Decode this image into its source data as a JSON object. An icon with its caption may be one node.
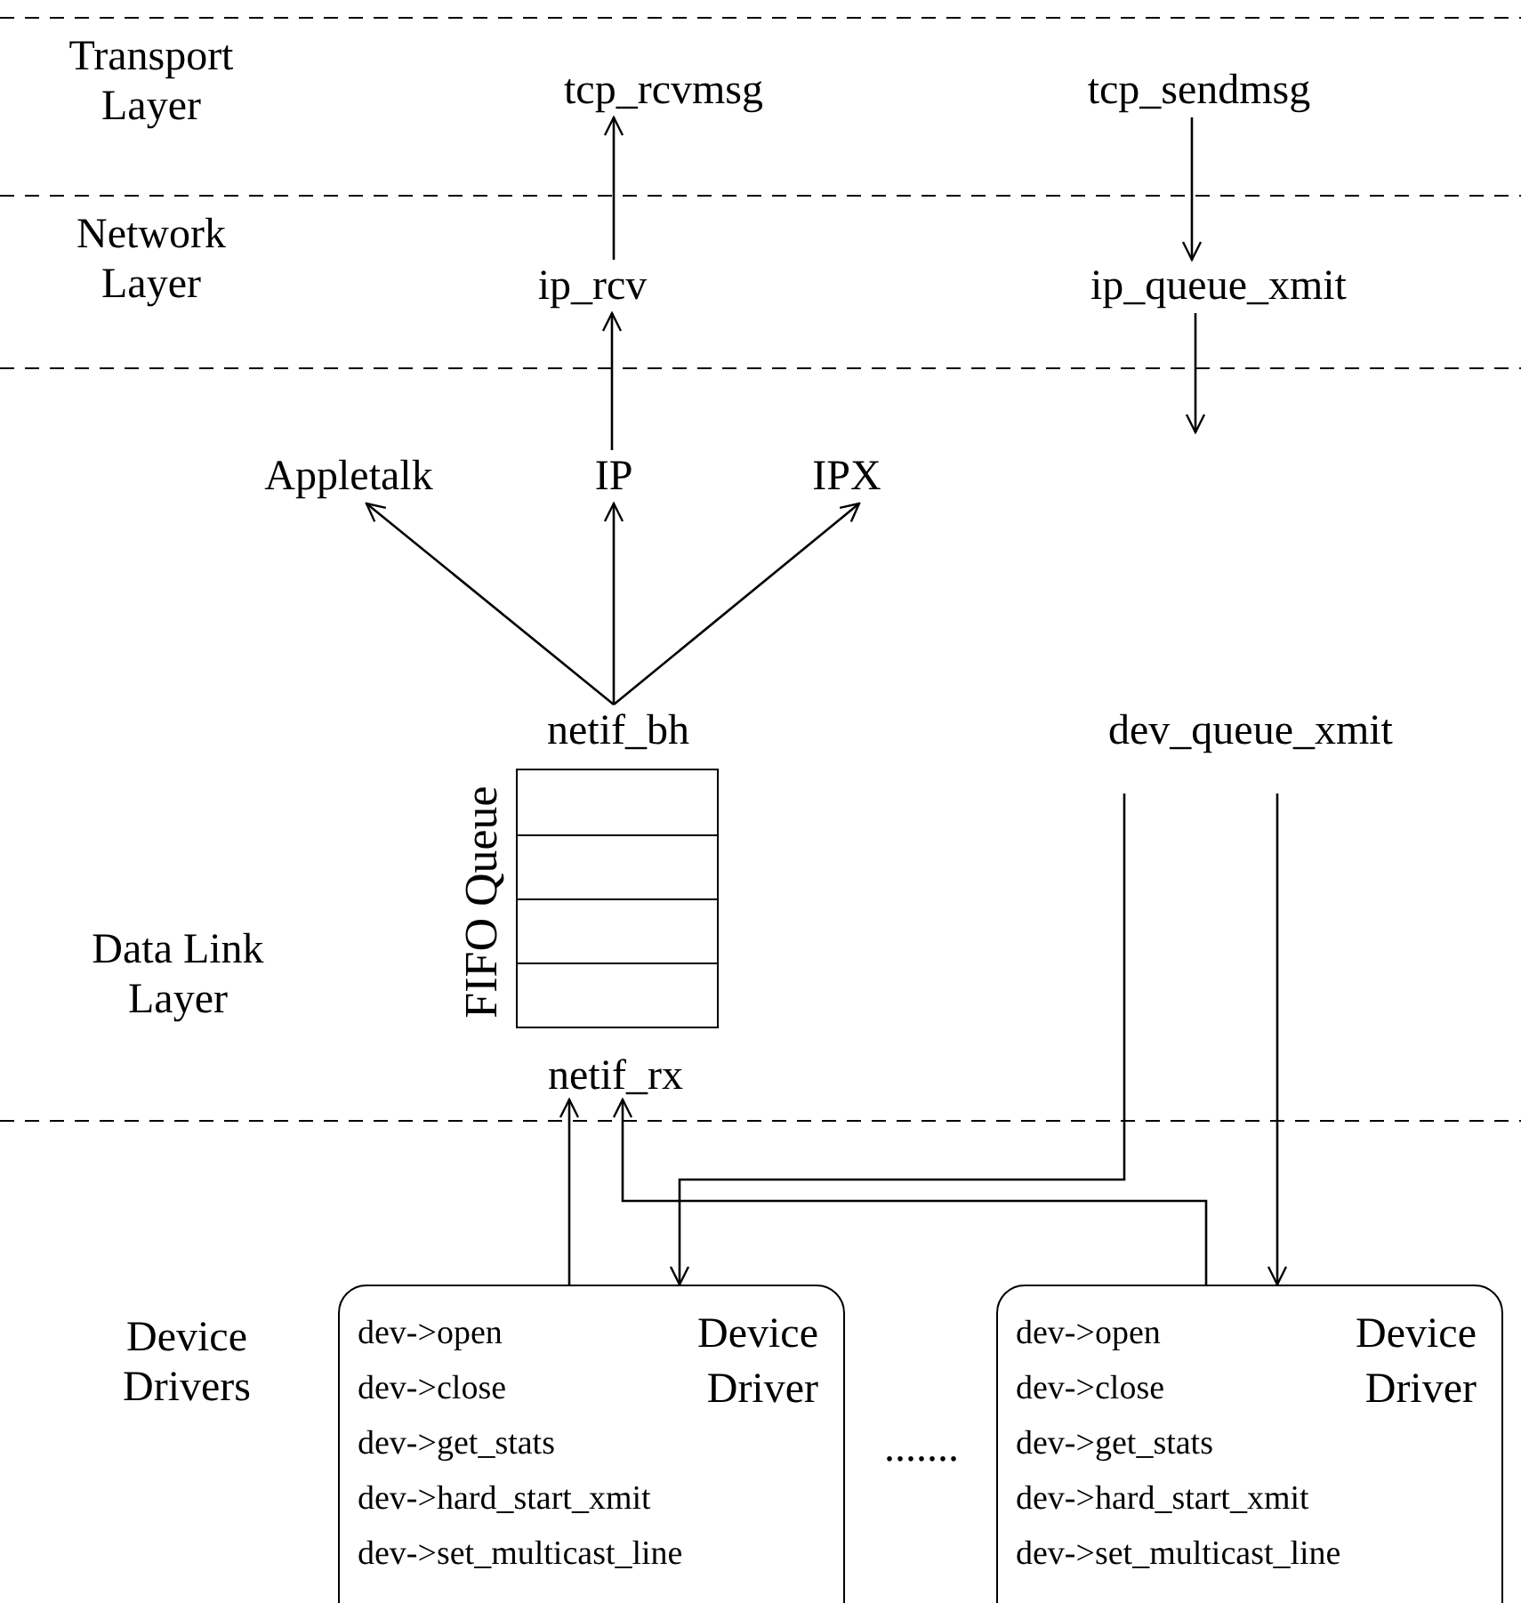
{
  "diagram": {
    "nodes": [
      {
        "text": [
          "tcp_rcvmsg"
        ]
      },
      {
        "text": [
          "tcp_sendmsg"
        ]
      },
      {
        "text": [
          "ip_rcv"
        ]
      },
      {
        "text": [
          "ip_queue_xmit"
        ]
      },
      {
        "text": [
          "Appletalk"
        ]
      },
      {
        "text": [
          "IP"
        ]
      },
      {
        "text": [
          "IPX"
        ]
      },
      {
        "text": [
          "netif_bh"
        ]
      },
      {
        "text": [
          "FIFO Queue"
        ]
      },
      {
        "text": [
          "netif_rx"
        ]
      },
      {
        "text": [
          "dev_queue_xmit"
        ]
      },
      {
        "text": [
          "dev->open",
          "dev->close",
          "dev->get_stats",
          "dev->hard_start_xmit",
          "dev->set_multicast_line",
          "Device Driver"
        ]
      },
      {
        "text": [
          "dev->open",
          "dev->close",
          "dev->get_stats",
          "dev->hard_start_xmit",
          "dev->set_multicast_line",
          "Device Driver"
        ]
      }
    ],
    "edges": [
      {
        "from": 2,
        "to": 0,
        "arrow": "to"
      },
      {
        "from": 1,
        "to": 3,
        "arrow": "to"
      },
      {
        "from": 3,
        "to": null,
        "arrow": "to"
      },
      {
        "from": 5,
        "to": 2,
        "arrow": "to"
      },
      {
        "from": 7,
        "to": 4,
        "arrow": "to"
      },
      {
        "from": 7,
        "to": 5,
        "arrow": "to"
      },
      {
        "from": 7,
        "to": 6,
        "arrow": "to"
      },
      {
        "from": 11,
        "to": 9,
        "arrow": "to"
      },
      {
        "from": 12,
        "to": 9,
        "arrow": "to"
      },
      {
        "from": 10,
        "to": 11,
        "arrow": "to"
      },
      {
        "from": 10,
        "to": 12,
        "arrow": "to"
      }
    ],
    "labels": [
      "Transport Layer",
      "Network Layer",
      "Data Link Layer",
      "Device Drivers",
      "......."
    ]
  }
}
